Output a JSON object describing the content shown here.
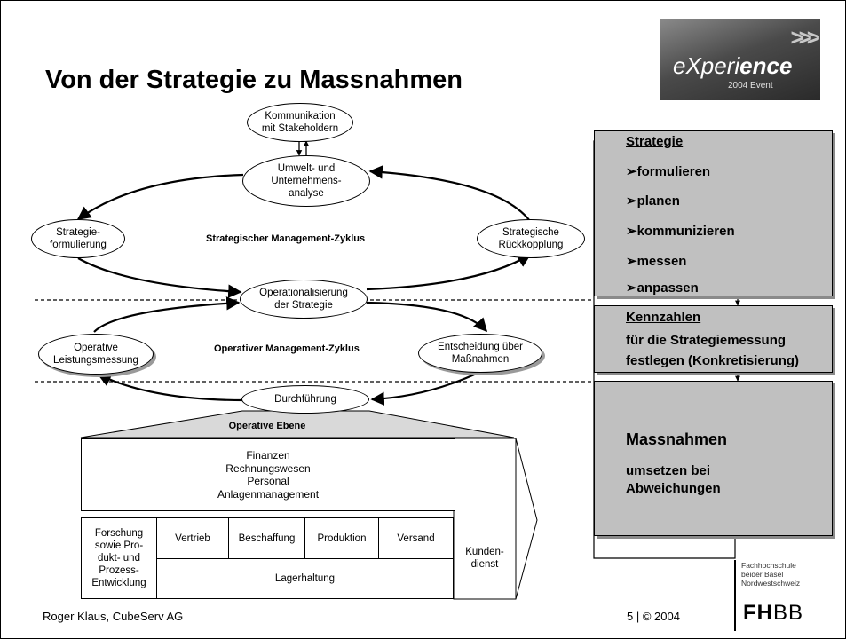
{
  "title": "Von der Strategie zu Massnahmen",
  "logo": {
    "brand_plain": "eXperi",
    "brand_bold": "ence",
    "subtitle": "2004 Event"
  },
  "cycle": {
    "kommunikation": "Kommunikation\nmit Stakeholdern",
    "umwelt": "Umwelt- und\nUnternehmens-\nanalyse",
    "strategieformulierung": "Strategie-\nformulierung",
    "rueckkopplung": "Strategische\nRückkopplung",
    "strategic_cycle_label": "Strategischer Management-Zyklus",
    "operationalisierung": "Operationalisierung\nder Strategie",
    "leistungsmessung": "Operative\nLeistungsmessung",
    "operative_cycle_label": "Operativer Management-Zyklus",
    "entscheidung": "Entscheidung über\nMaßnahmen",
    "durchfuehrung": "Durchführung"
  },
  "operative": {
    "heading": "Operative Ebene",
    "functions": [
      "Finanzen",
      "Rechnungswesen",
      "Personal",
      "Anlagenmanagement"
    ],
    "forschung": "Forschung\nsowie Pro-\ndukt- und\nProzess-\nEntwicklung",
    "vertrieb": "Vertrieb",
    "beschaffung": "Beschaffung",
    "produktion": "Produktion",
    "versand": "Versand",
    "lagerhaltung": "Lagerhaltung",
    "kundendienst": "Kunden-\ndienst"
  },
  "right_panel": {
    "strategie": {
      "heading": "Strategie",
      "items": [
        "formulieren",
        "planen",
        "kommunizieren",
        "messen",
        "anpassen"
      ]
    },
    "kennzahlen": {
      "heading": "Kennzahlen",
      "line1": "für die Strategiemessung",
      "line2": "festlegen (Konkretisierung)"
    },
    "massnahmen": {
      "heading": "Massnahmen",
      "line1": "umsetzen bei",
      "line2": "Abweichungen"
    },
    "bullet": "➢"
  },
  "footer": {
    "author": "Roger Klaus, CubeServ AG",
    "page": "5 | © 2004",
    "school": "Fachhochschule\nbeider Basel\nNordwestschweiz",
    "fh_bold": "FH",
    "fh_plain": "BB"
  }
}
